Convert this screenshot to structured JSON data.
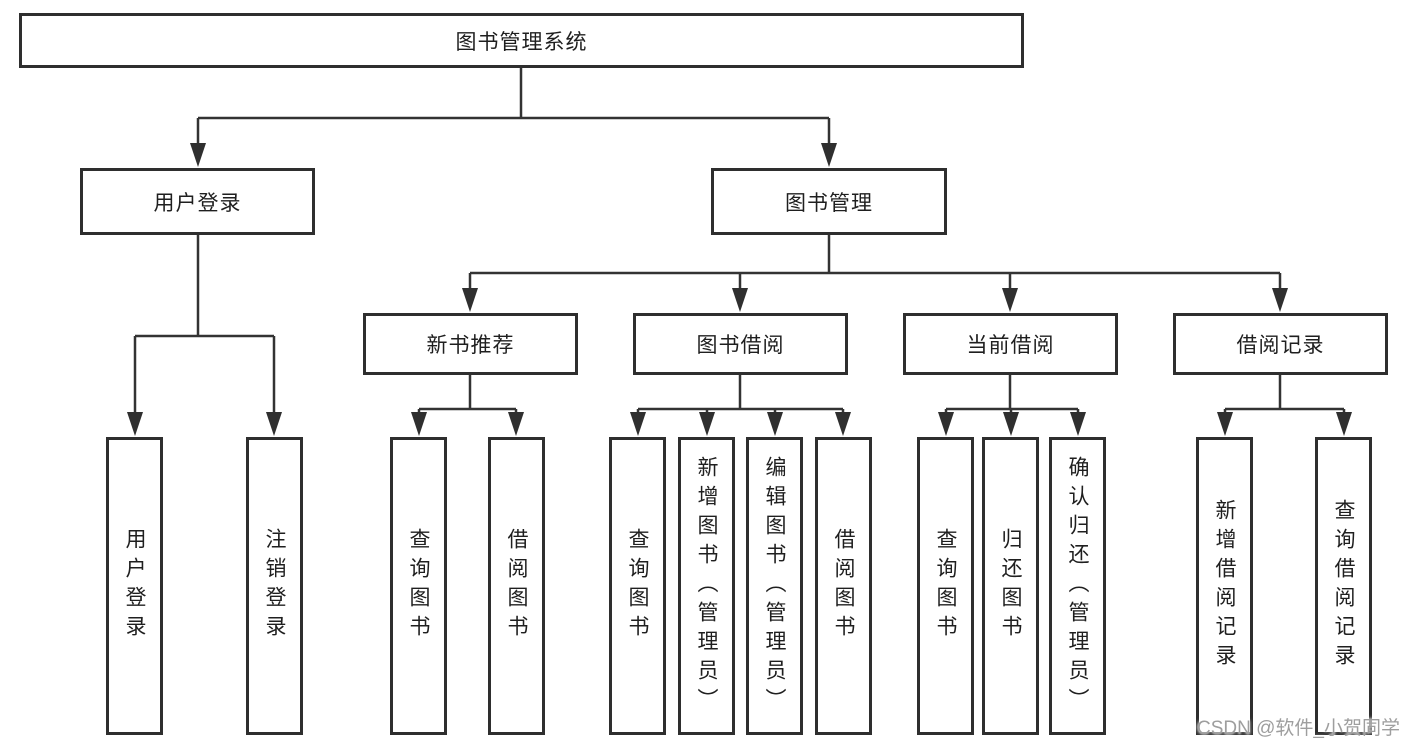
{
  "root": {
    "label": "图书管理系统"
  },
  "level2": [
    {
      "label": "用户登录"
    },
    {
      "label": "图书管理"
    }
  ],
  "level3": [
    {
      "label": "新书推荐"
    },
    {
      "label": "图书借阅"
    },
    {
      "label": "当前借阅"
    },
    {
      "label": "借阅记录"
    }
  ],
  "leaves": {
    "user_login": [
      {
        "label": "用户登录"
      },
      {
        "label": "注销登录"
      }
    ],
    "new_book_recommend": [
      {
        "label": "查询图书"
      },
      {
        "label": "借阅图书"
      }
    ],
    "book_borrow": [
      {
        "label": "查询图书"
      },
      {
        "label": "新增图书（管理员）"
      },
      {
        "label": "编辑图书（管理员）"
      },
      {
        "label": "借阅图书"
      }
    ],
    "current_borrow": [
      {
        "label": "查询图书"
      },
      {
        "label": "归还图书"
      },
      {
        "label": "确认归还（管理员）"
      }
    ],
    "borrow_record": [
      {
        "label": "新增借阅记录"
      },
      {
        "label": "查询借阅记录"
      }
    ]
  },
  "watermark": {
    "text": "CSDN @软件_小贺同学"
  },
  "colors": {
    "line": "#333333",
    "box_border": "#2e2e2e",
    "text": "#1f1f1f",
    "watermark": "#9e9e9e",
    "background": "#ffffff"
  }
}
